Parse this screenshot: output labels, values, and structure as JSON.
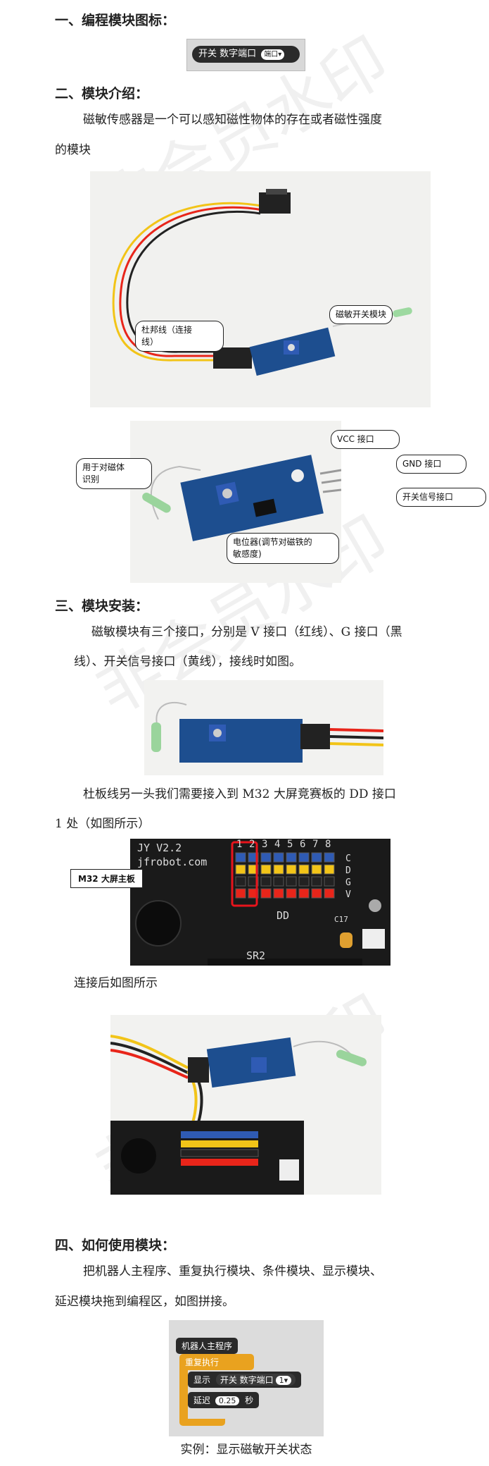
{
  "section1": {
    "heading": "一、编程模块图标："
  },
  "icon_block": {
    "label": "开关 数字端口",
    "dropdown": "端口"
  },
  "section2": {
    "heading": "二、模块介绍：",
    "para_line1": "磁敏传感器是一个可以感知磁性物体的存在或者磁性强度",
    "para_line2": "的模块"
  },
  "photo1": {
    "callout_cable": "杜邦线（连接\n线）",
    "callout_module": "磁敏开关模块"
  },
  "photo2": {
    "callout_vcc": "VCC 接口",
    "callout_gnd": "GND 接口",
    "callout_signal": "开关信号接口",
    "callout_sense": "用于对磁体\n识别",
    "callout_pot": "电位器(调节对磁铁的\n敏感度)"
  },
  "section3": {
    "heading": "三、模块安装：",
    "para_line1": "磁敏模块有三个接口，分别是 V 接口（红线）、G 接口（黑",
    "para_line2": "线）、开关信号接口（黄线），接线时如图。",
    "para2_line1": "杜板线另一头我们需要接入到 M32 大屏竞赛板的 DD 接口",
    "para2_line2": "1 处（如图所示）",
    "para3": "连接后如图所示"
  },
  "photo4": {
    "board_text": "JY  V2.2",
    "board_url": "jfrobot.com",
    "pin_numbers": [
      "1",
      "2",
      "3",
      "4",
      "5",
      "6",
      "7",
      "8"
    ],
    "row_labels": [
      "C",
      "D",
      "G",
      "V"
    ],
    "dd_label": "DD",
    "sr_label": "SR2",
    "c_label": "C17",
    "callout": "M32 大屏主板"
  },
  "section4": {
    "heading": "四、如何使用模块：",
    "para_line1": "把机器人主程序、重复执行模块、条件模块、显示模块、",
    "para_line2": "延迟模块拖到编程区，如图拼接。"
  },
  "program": {
    "main": "机器人主程序",
    "repeat": "重复执行",
    "display": "显示",
    "switch": "开关 数字端口",
    "port": "1",
    "delay": "延迟",
    "delay_value": "0.25",
    "unit": "秒"
  },
  "caption": "实例：显示磁敏开关状态",
  "watermark": "非会员水印",
  "colors": {
    "board_blue": "#1d4e8f",
    "scratch_orange": "#e9a21f",
    "scratch_yellow": "#f0b43c",
    "scratch_dark": "#2a2a2a",
    "highlight_red": "#e8141c"
  }
}
